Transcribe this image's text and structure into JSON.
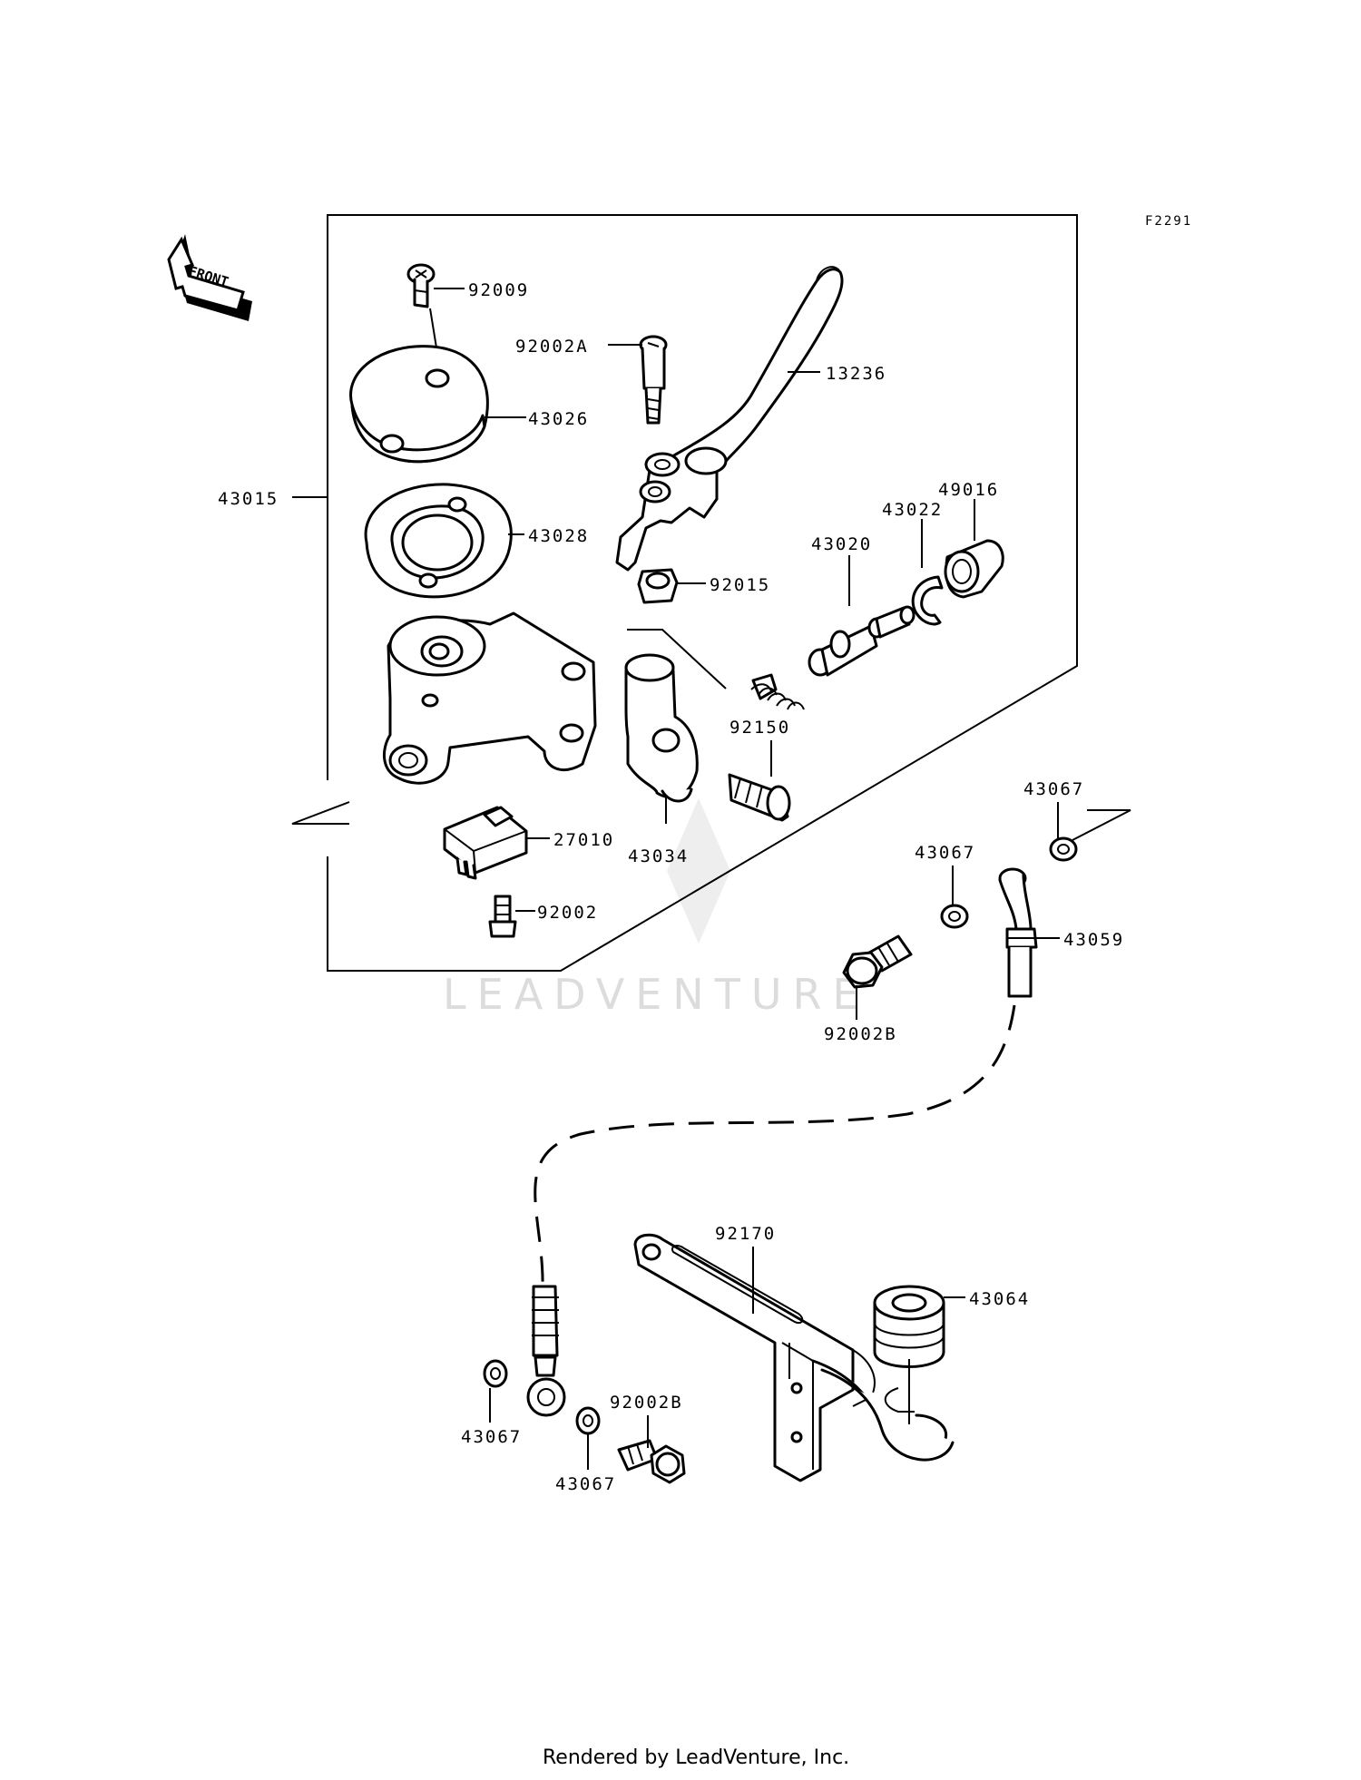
{
  "diagram_code": "F2291",
  "front_label": "FRONT",
  "watermark": "LEADVENTURE",
  "footer": "Rendered by LeadVenture, Inc.",
  "parts": {
    "p92009": "92009",
    "p92002A": "92002A",
    "p13236": "13236",
    "p43026": "43026",
    "p43015": "43015",
    "p43028": "43028",
    "p92015": "92015",
    "p43020": "43020",
    "p43022": "43022",
    "p49016": "49016",
    "p92150": "92150",
    "p43034": "43034",
    "p27010": "27010",
    "p92002": "92002",
    "p43067a": "43067",
    "p43067b": "43067",
    "p43059": "43059",
    "p92002Ba": "92002B",
    "p92170": "92170",
    "p43064": "43064",
    "p43067c": "43067",
    "p92002Bb": "92002B",
    "p43067d": "43067"
  }
}
